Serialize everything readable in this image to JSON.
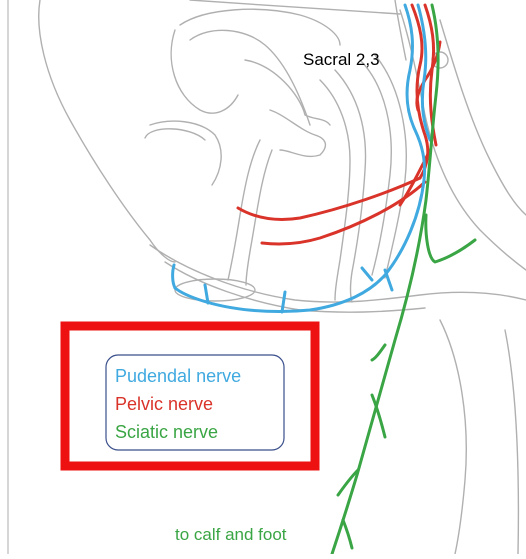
{
  "labels": {
    "sacral": "Sacral 2,3",
    "terminal": "to calf and foot"
  },
  "legend": {
    "items": [
      {
        "label": "Pudendal nerve",
        "color": "#3fa9e0"
      },
      {
        "label": "Pelvic nerve",
        "color": "#d9332a"
      },
      {
        "label": "Sciatic nerve",
        "color": "#3aa544"
      }
    ],
    "highlight_color": "#ee1111",
    "border_color": "#3a4f8c"
  },
  "colors": {
    "anatomy_outline": "#b0b0b0",
    "pudendal": "#3fa9e0",
    "pelvic": "#d9332a",
    "sciatic": "#3aa544"
  }
}
